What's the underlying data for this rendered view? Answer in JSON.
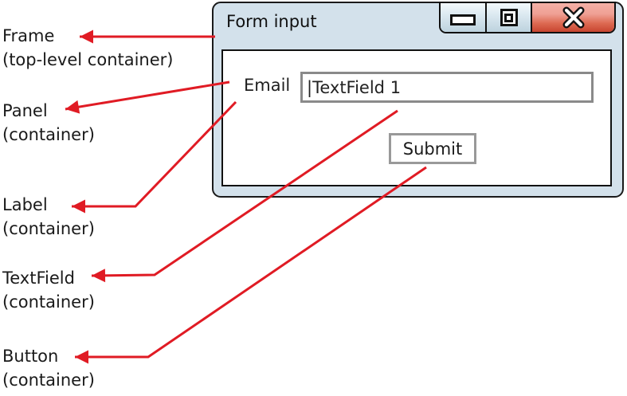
{
  "colors": {
    "arrow_red": "#e01b24",
    "window_bg": "#d3e1eb",
    "window_border": "#1a1a1a",
    "control_button_top": "#f3f9fc",
    "control_button_bottom": "#bdd2de",
    "close_button_top": "#f5b1a7",
    "close_button_bottom": "#c84530",
    "field_border": "#8a8a8a",
    "panel_bg": "#ffffff"
  },
  "window": {
    "title": "Form input",
    "controls": {
      "minimize": "minimize",
      "maximize": "maximize",
      "close": "close"
    },
    "panel": {
      "email_label": "Email",
      "textfield_value": "|TextField 1",
      "submit_label": "Submit"
    }
  },
  "annotations": [
    {
      "title": "Frame",
      "subtitle": "(top-level container)"
    },
    {
      "title": "Panel",
      "subtitle": "(container)"
    },
    {
      "title": "Label",
      "subtitle": "(container)"
    },
    {
      "title": "TextField",
      "subtitle": "(container)"
    },
    {
      "title": "Button",
      "subtitle": "(container)"
    }
  ]
}
